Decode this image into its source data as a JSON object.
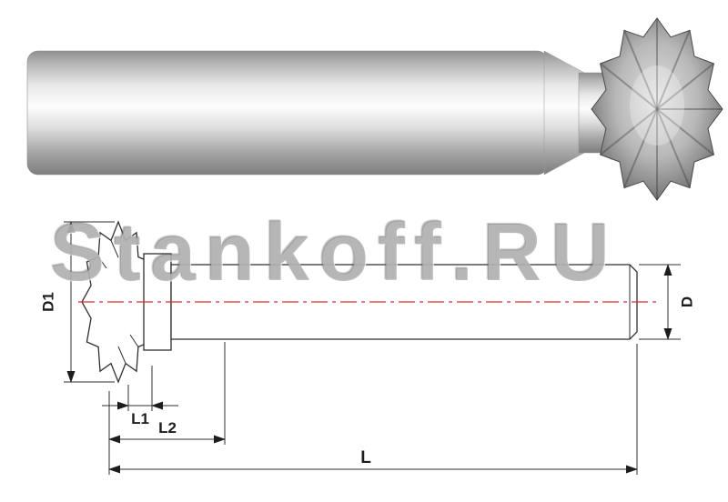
{
  "watermark": {
    "text": "Stankoff.RU",
    "color": "#868686"
  },
  "drawing": {
    "labels": {
      "d1": "D1",
      "l1": "L1",
      "l2": "L2",
      "l": "L",
      "d": "D"
    },
    "line_color": "#2f2f2f",
    "centerline_color": "#e8262d"
  }
}
